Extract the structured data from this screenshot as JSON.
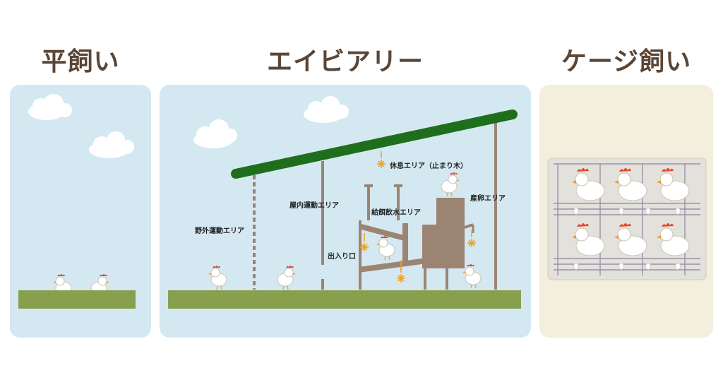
{
  "titles": {
    "free_range": "平飼い",
    "aviary": "エイビアリー",
    "cage": "ケージ飼い"
  },
  "aviary_labels": {
    "outdoor_exercise": "野外運動エリア",
    "indoor_exercise": "屋内運動エリア",
    "rest": "休息エリア（止まり木）",
    "feed_water": "給餌飲水エリア",
    "laying": "産卵エリア",
    "entrance": "出入り口"
  },
  "colors": {
    "sky": "#d4e8f2",
    "ground": "#88a04e",
    "roof": "#1f6e1b",
    "post": "#9c8473",
    "title": "#5a4636",
    "marker": "#f2a31b"
  }
}
